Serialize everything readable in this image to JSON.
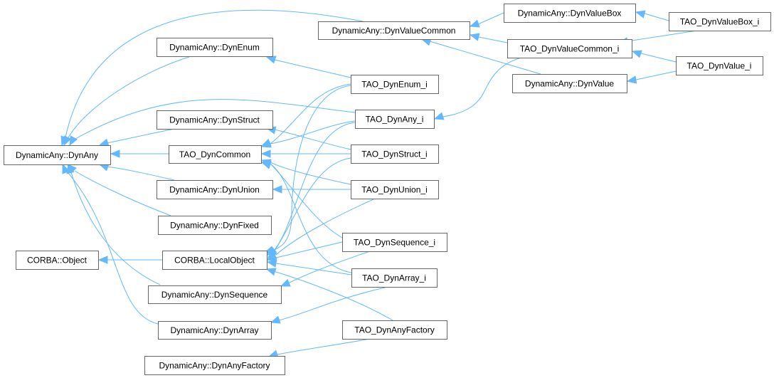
{
  "diagram": {
    "type": "class-inheritance-graph",
    "edge_color": "#63b8ff",
    "node_border_color": "#666666",
    "nodes": [
      {
        "id": "DynAny",
        "label": "DynamicAny::DynAny"
      },
      {
        "id": "DynEnum",
        "label": "DynamicAny::DynEnum"
      },
      {
        "id": "DynStruct",
        "label": "DynamicAny::DynStruct"
      },
      {
        "id": "DynCommon",
        "label": "TAO_DynCommon"
      },
      {
        "id": "DynUnion",
        "label": "DynamicAny::DynUnion"
      },
      {
        "id": "DynFixed",
        "label": "DynamicAny::DynFixed"
      },
      {
        "id": "CorbaObject",
        "label": "CORBA::Object"
      },
      {
        "id": "LocalObject",
        "label": "CORBA::LocalObject"
      },
      {
        "id": "DynSequence",
        "label": "DynamicAny::DynSequence"
      },
      {
        "id": "DynArray",
        "label": "DynamicAny::DynArray"
      },
      {
        "id": "DynAnyFactory",
        "label": "DynamicAny::DynAnyFactory"
      },
      {
        "id": "DynValueCommon",
        "label": "DynamicAny::DynValueCommon"
      },
      {
        "id": "TDynEnum",
        "label": "TAO_DynEnum_i"
      },
      {
        "id": "TDynAny",
        "label": "TAO_DynAny_i"
      },
      {
        "id": "TDynStruct",
        "label": "TAO_DynStruct_i"
      },
      {
        "id": "TDynUnion",
        "label": "TAO_DynUnion_i"
      },
      {
        "id": "TDynSequence",
        "label": "TAO_DynSequence_i"
      },
      {
        "id": "TDynArray",
        "label": "TAO_DynArray_i"
      },
      {
        "id": "TDynAnyFactory",
        "label": "TAO_DynAnyFactory"
      },
      {
        "id": "DynValueBox",
        "label": "DynamicAny::DynValueBox"
      },
      {
        "id": "TDynValueCommon",
        "label": "TAO_DynValueCommon_i"
      },
      {
        "id": "DynValue",
        "label": "DynamicAny::DynValue"
      },
      {
        "id": "TDynValueBox",
        "label": "TAO_DynValueBox_i"
      },
      {
        "id": "TDynValue",
        "label": "TAO_DynValue_i"
      }
    ],
    "edges": [
      {
        "from": "DynEnum",
        "to": "DynAny"
      },
      {
        "from": "DynStruct",
        "to": "DynAny"
      },
      {
        "from": "DynCommon",
        "to": "DynAny"
      },
      {
        "from": "DynUnion",
        "to": "DynAny"
      },
      {
        "from": "DynFixed",
        "to": "DynAny"
      },
      {
        "from": "DynSequence",
        "to": "DynAny"
      },
      {
        "from": "DynArray",
        "to": "DynAny"
      },
      {
        "from": "DynValueCommon",
        "to": "DynAny"
      },
      {
        "from": "TDynAny",
        "to": "DynAny"
      },
      {
        "from": "LocalObject",
        "to": "CorbaObject"
      },
      {
        "from": "TDynEnum",
        "to": "DynEnum"
      },
      {
        "from": "TDynEnum",
        "to": "DynCommon"
      },
      {
        "from": "TDynEnum",
        "to": "LocalObject"
      },
      {
        "from": "TDynAny",
        "to": "DynCommon"
      },
      {
        "from": "TDynAny",
        "to": "LocalObject"
      },
      {
        "from": "TDynStruct",
        "to": "DynStruct"
      },
      {
        "from": "TDynStruct",
        "to": "DynCommon"
      },
      {
        "from": "TDynStruct",
        "to": "LocalObject"
      },
      {
        "from": "TDynUnion",
        "to": "DynUnion"
      },
      {
        "from": "TDynUnion",
        "to": "DynCommon"
      },
      {
        "from": "TDynUnion",
        "to": "LocalObject"
      },
      {
        "from": "TDynSequence",
        "to": "DynSequence"
      },
      {
        "from": "TDynSequence",
        "to": "DynCommon"
      },
      {
        "from": "TDynSequence",
        "to": "LocalObject"
      },
      {
        "from": "TDynArray",
        "to": "DynArray"
      },
      {
        "from": "TDynArray",
        "to": "DynCommon"
      },
      {
        "from": "TDynArray",
        "to": "LocalObject"
      },
      {
        "from": "TDynAnyFactory",
        "to": "DynAnyFactory"
      },
      {
        "from": "TDynAnyFactory",
        "to": "LocalObject"
      },
      {
        "from": "DynValueBox",
        "to": "DynValueCommon"
      },
      {
        "from": "TDynValueCommon",
        "to": "DynValueCommon"
      },
      {
        "from": "TDynValueCommon",
        "to": "TDynAny"
      },
      {
        "from": "DynValue",
        "to": "DynValueCommon"
      },
      {
        "from": "TDynValueBox",
        "to": "DynValueBox"
      },
      {
        "from": "TDynValueBox",
        "to": "TDynValueCommon"
      },
      {
        "from": "TDynValue",
        "to": "TDynValueCommon"
      },
      {
        "from": "TDynValue",
        "to": "DynValue"
      }
    ]
  }
}
